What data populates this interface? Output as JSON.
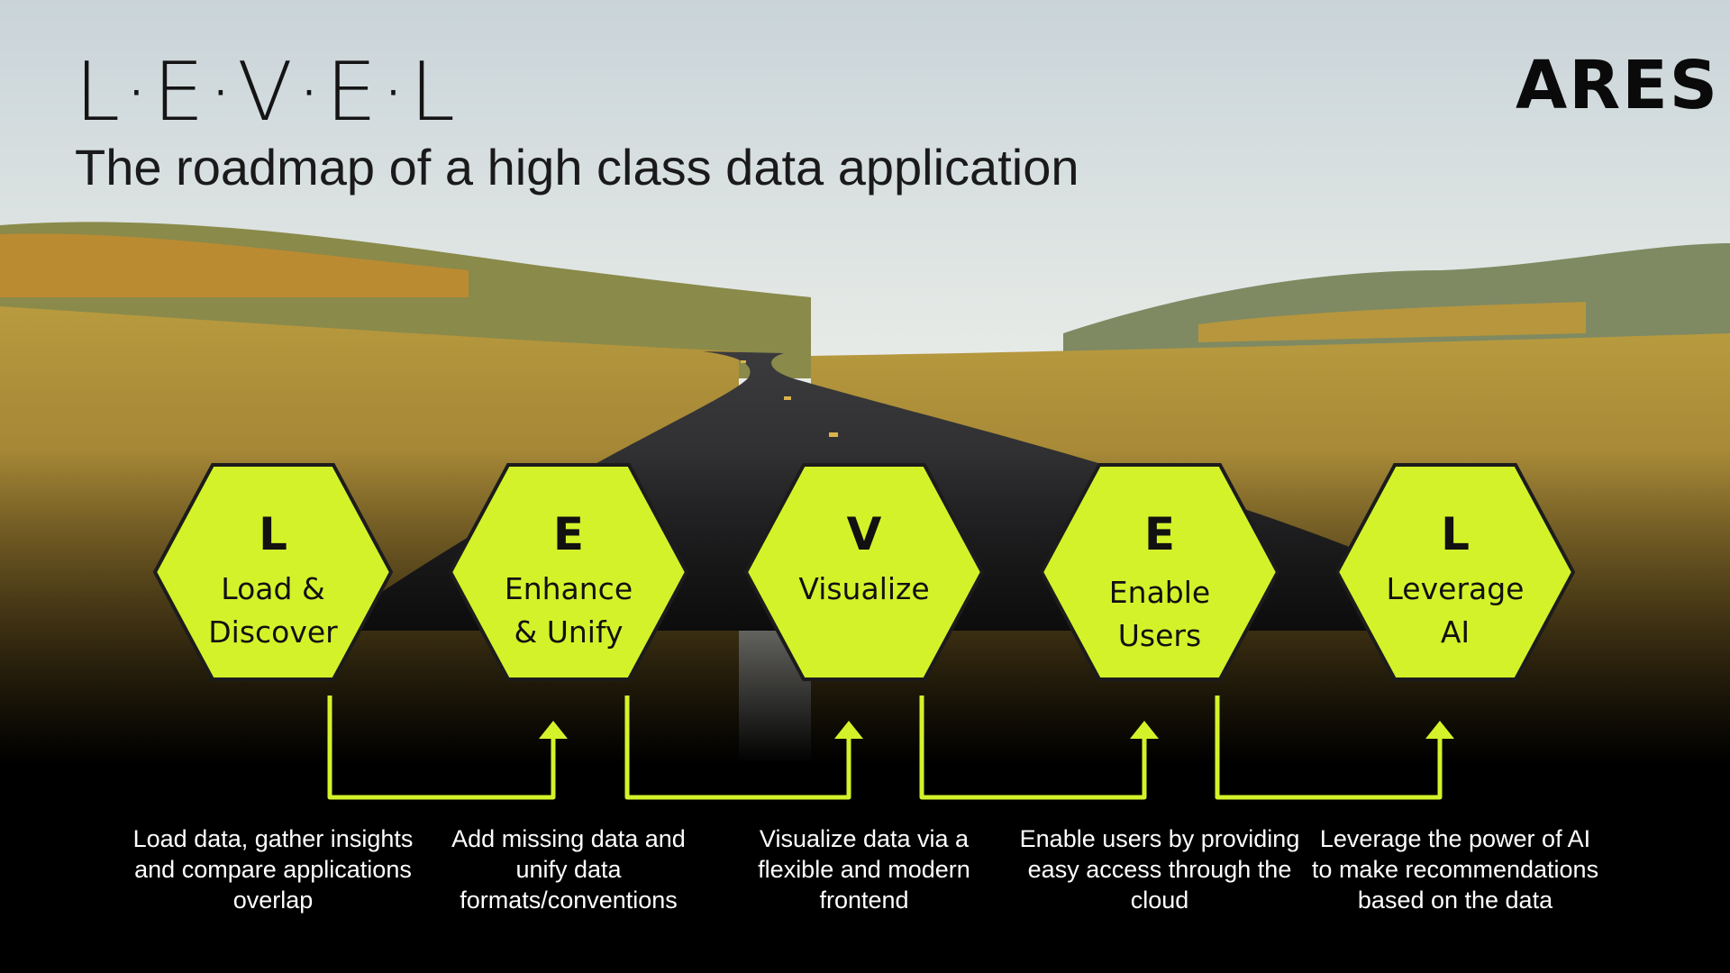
{
  "header": {
    "title": "L·E·V·E·L",
    "subtitle": "The roadmap of a high class data application",
    "logo_text": "ARES"
  },
  "colors": {
    "hex_fill": "#d4f22a",
    "hex_stroke": "#1c1c1c",
    "arrow": "#d4f22a",
    "text_dark": "#111111",
    "text_light": "#ffffff"
  },
  "steps": [
    {
      "letter": "L",
      "label": "Load &\nDiscover",
      "description": "Load data, gather insights and compare applications overlap"
    },
    {
      "letter": "E",
      "label": "Enhance\n& Unify",
      "description": "Add missing data and unify data formats/conventions"
    },
    {
      "letter": "V",
      "label": "Visualize",
      "description": "Visualize data via a flexible and modern frontend"
    },
    {
      "letter": "E",
      "label": "Enable\nUsers",
      "description": "Enable users by providing easy access through the cloud"
    },
    {
      "letter": "L",
      "label": "Leverage\nAI",
      "description": "Leverage the power of AI to make recommendations based on the data"
    }
  ]
}
